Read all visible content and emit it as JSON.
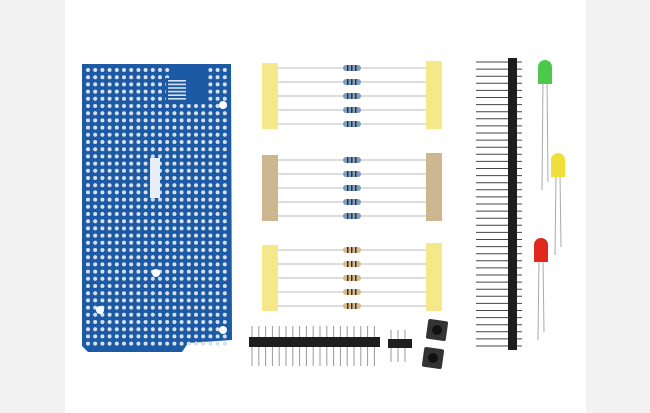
{
  "colors": {
    "side_background": "#f2f2f2",
    "background": "#ffffff",
    "pcb": "#1d5aa6",
    "pad": "#d8e0ea",
    "tape_yellow": "#f5e88a",
    "tape_brown": "#cdb690",
    "resistor_blue": "#7a9cc0",
    "resistor_tan": "#d9b98a",
    "header_black": "#1e1e1e",
    "led_green": "#4cc94a",
    "led_yellow": "#f2e03a",
    "led_red": "#e0281e"
  },
  "items": {
    "resistor_groups": 3,
    "resistors_per_group": 5,
    "leds": [
      "green",
      "yellow",
      "red"
    ],
    "push_buttons": 2
  }
}
